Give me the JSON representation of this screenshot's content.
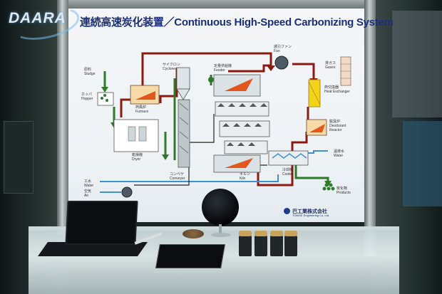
{
  "logo": {
    "text": "DAARA"
  },
  "board": {
    "title": "連続高速炭化装置／Continuous High-Speed Carbonizing System",
    "labels": {
      "sludge": "原料\nSludge",
      "hopper": "ホッパ\nHopper",
      "furnace": "熱風炉\nFurnace",
      "cyclone": "サイクロン\nCyclone",
      "feeder": "定量供給機\nFeeder",
      "fan": "誘引ファン\nFan",
      "gases": "排ガス\nGases",
      "heat_exchanger": "熱交換器\nHeat Exchanger",
      "deodorant_reactor": "脱臭炉\nDeodorant\nReactor",
      "dryer": "乾燥機\nDryer",
      "conveyer": "コンベヤ\nConveyer",
      "kiln": "キルン\nKiln",
      "cooler": "冷却機\nCooler",
      "water_out": "温排水\nWater",
      "water_in": "工水\nWater",
      "air": "空気\nAir",
      "products": "炭化物\nProducts"
    },
    "company_ja": "巴工業株式会社",
    "company_en": "TOMOE Engineering Co.,Ltd."
  },
  "colors": {
    "title": "#1c2f7a",
    "flow_red": "#8b1a12",
    "flow_green": "#2d7a2a",
    "flow_blue": "#3f8fd6",
    "flow_black": "#222222"
  }
}
